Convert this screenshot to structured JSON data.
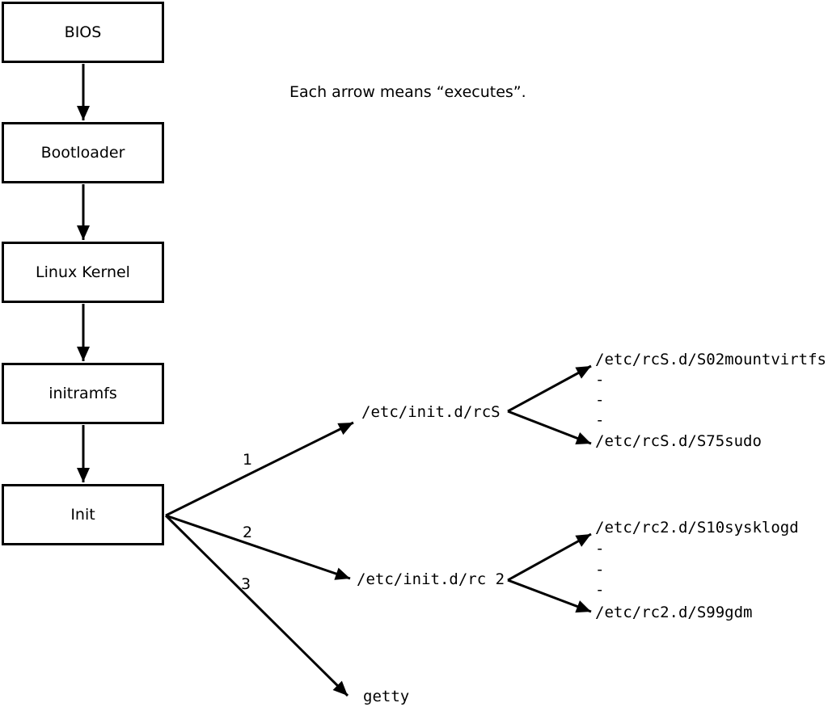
{
  "diagram": {
    "note": "Each arrow means “executes”.",
    "boot_chain": [
      {
        "label": "BIOS"
      },
      {
        "label": "Bootloader"
      },
      {
        "label": "Linux Kernel"
      },
      {
        "label": "initramfs"
      },
      {
        "label": "Init"
      }
    ],
    "init_branches": [
      {
        "order": "1",
        "target": "/etc/init.d/rcS"
      },
      {
        "order": "2",
        "target": "/etc/init.d/rc 2"
      },
      {
        "order": "3",
        "target": "getty"
      }
    ],
    "rcS_fork": {
      "first": "/etc/rcS.d/S02mountvirtfs",
      "gap": [
        "-",
        "-",
        "-"
      ],
      "last": "/etc/rcS.d/S75sudo"
    },
    "rc2_fork": {
      "first": "/etc/rc2.d/S10sysklogd",
      "gap": [
        "-",
        "-",
        "-"
      ],
      "last": "/etc/rc2.d/S99gdm"
    }
  }
}
